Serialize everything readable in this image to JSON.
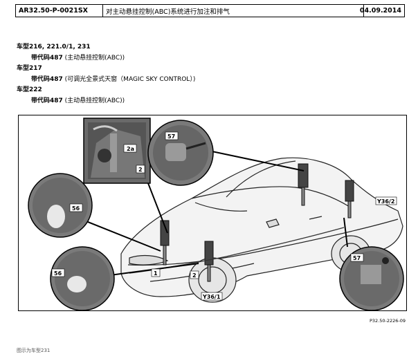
{
  "header": {
    "code": "AR32.50-P-0021SX",
    "title": "对主动悬挂控制(ABC)系统进行加注和排气",
    "date": "04.09.2014"
  },
  "models": [
    {
      "model": "车型216, 221.0/1, 231",
      "code_label": "带代码487",
      "code_desc": "(主动悬挂控制(ABC))"
    },
    {
      "model": "车型217",
      "code_label": "带代码487",
      "code_desc": "(可调光全景式天窗（MAGIC SKY CONTROL）)"
    },
    {
      "model": "车型222",
      "code_label": "带代码487",
      "code_desc": "(主动悬挂控制(ABC))"
    }
  ],
  "figure": {
    "labels": {
      "l2a": "2a",
      "l2_inset": "2",
      "l57_top": "57",
      "l56_left": "56",
      "l56_low": "56",
      "l1": "1",
      "l2_main": "2",
      "y36_1": "Y36/1",
      "y36_2": "Y36/2",
      "l57_right": "57"
    },
    "reference": "P32.50-2226-09"
  },
  "footer_cut": "图示为车型231"
}
